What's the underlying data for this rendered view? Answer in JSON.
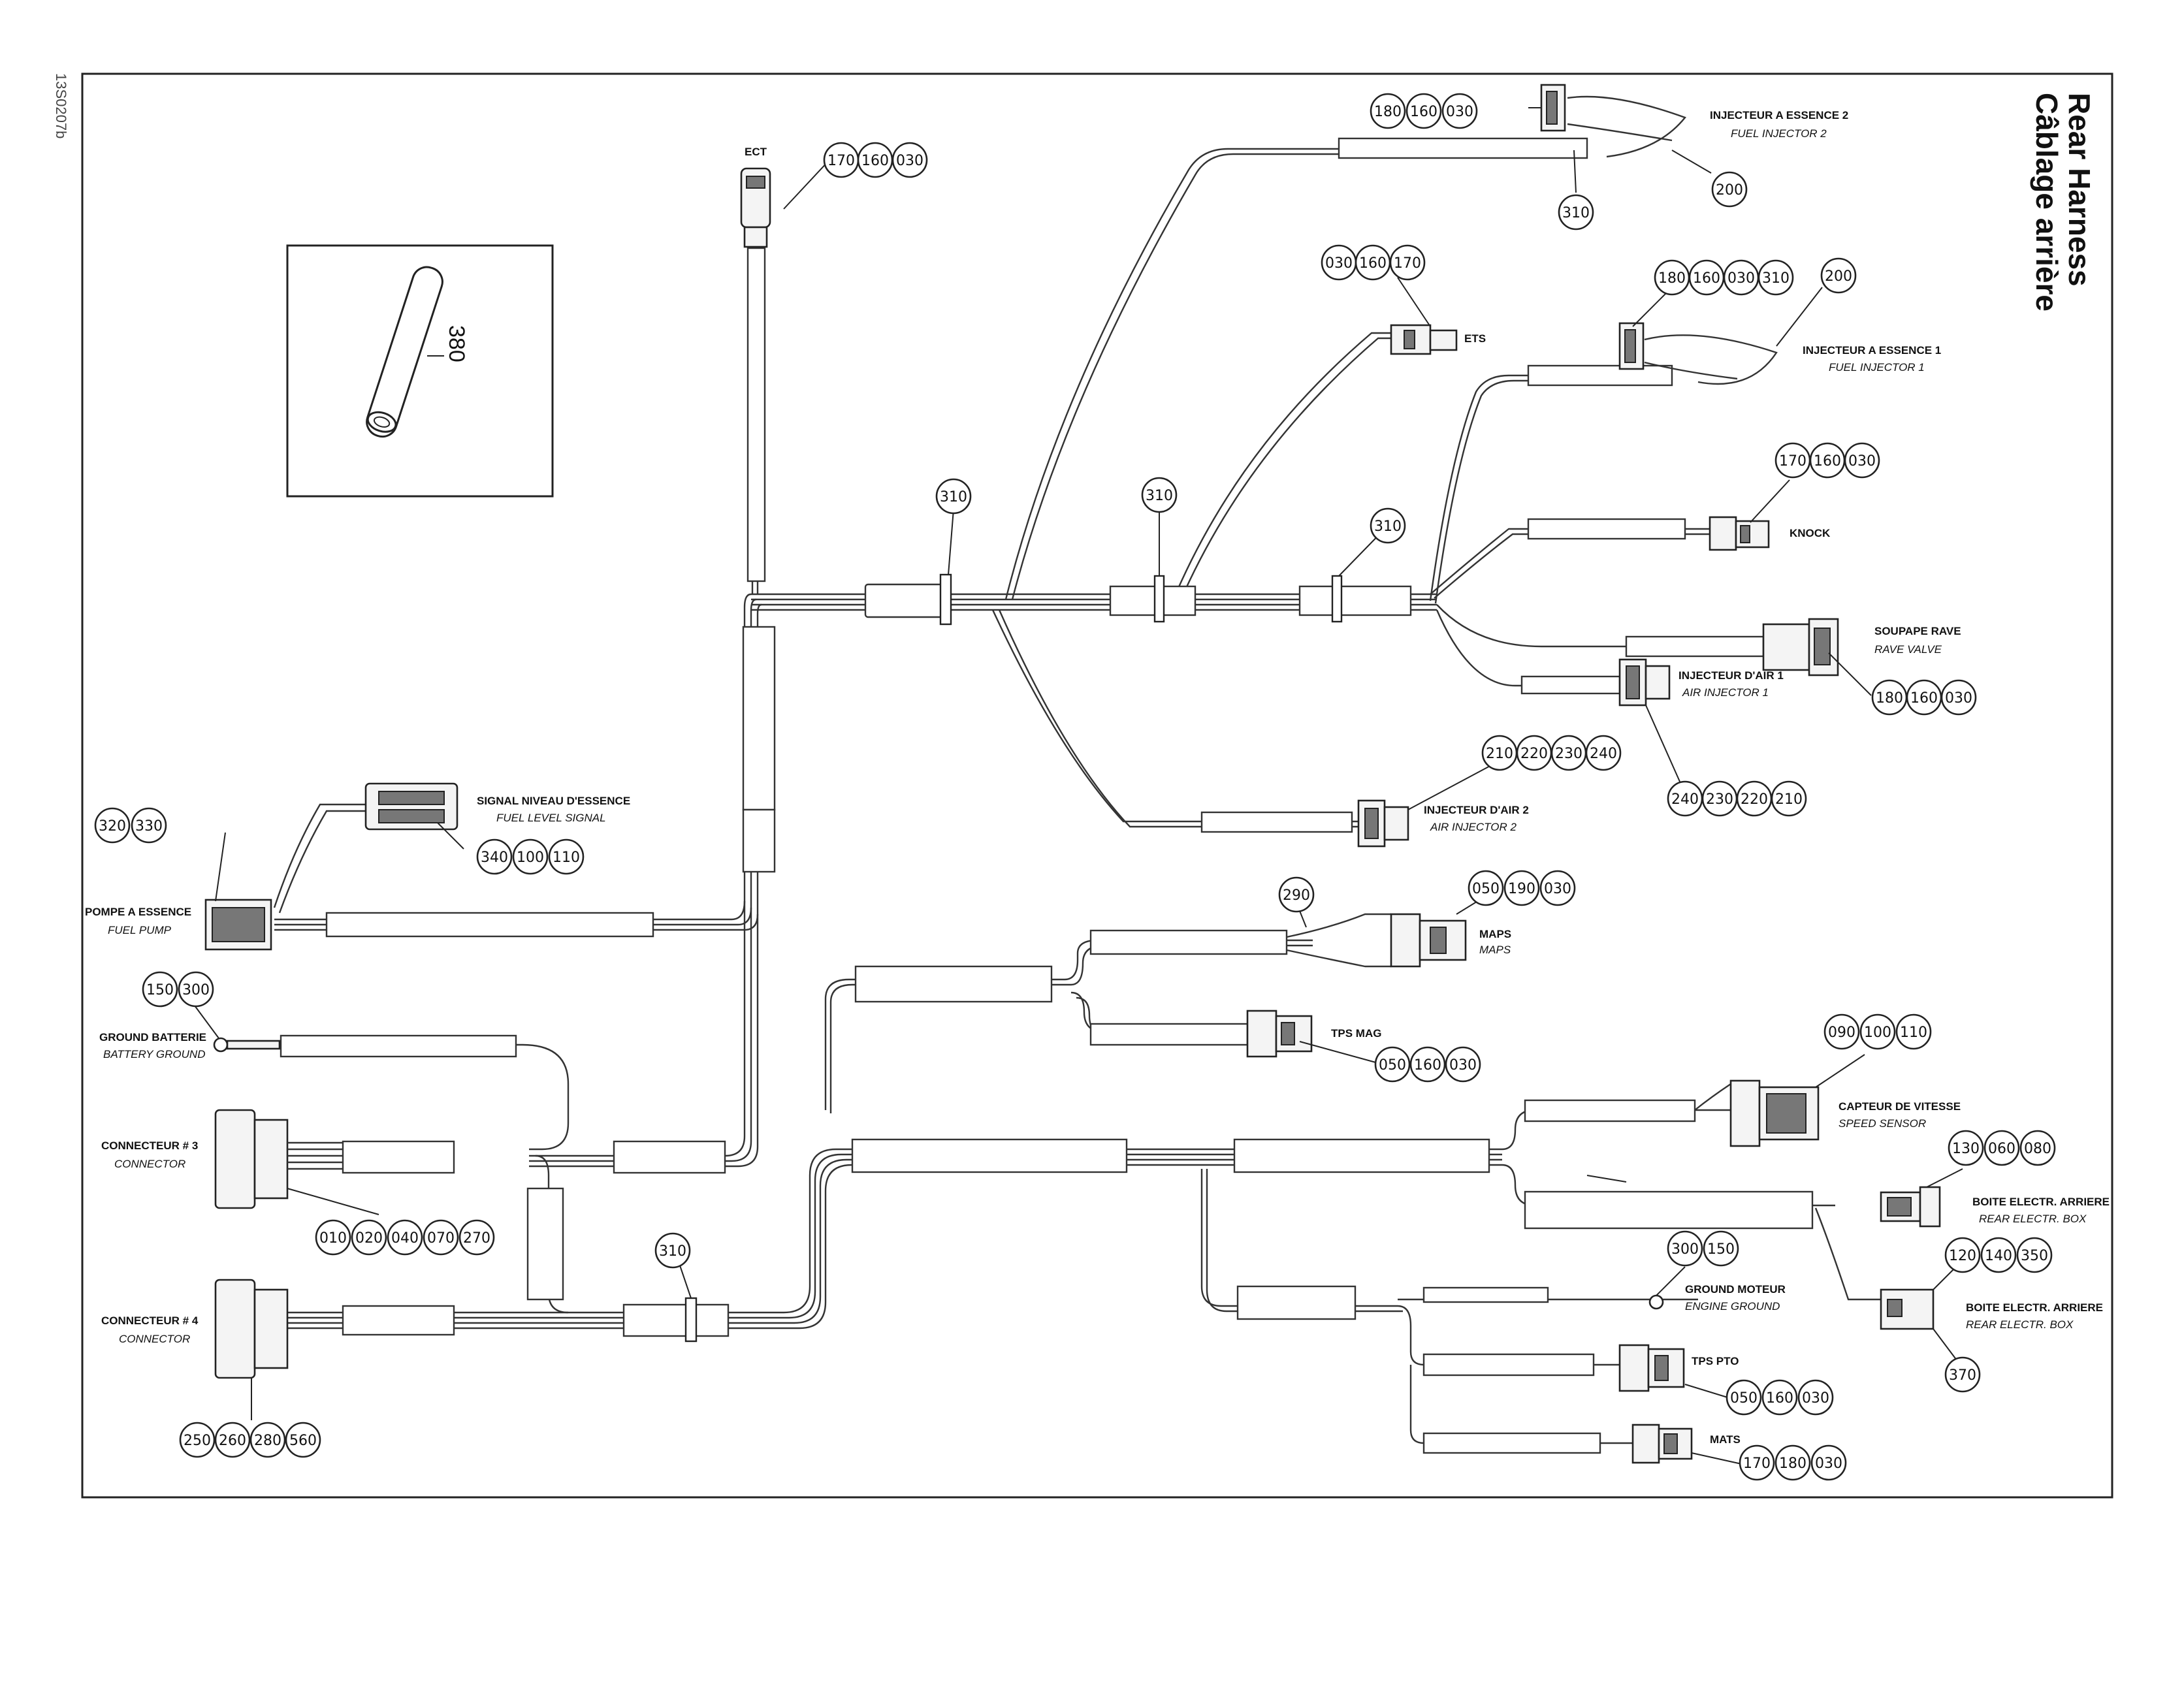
{
  "title": {
    "en": "Rear Harness",
    "fr": "Câblage arrière"
  },
  "doc_id": "13S0207b",
  "inset_part": "380",
  "labels": {
    "ect": "ECT",
    "ets": "ETS",
    "knock": "KNOCK",
    "inj2_fr": "INJECTEUR A ESSENCE 2",
    "inj2_en": "FUEL INJECTOR 2",
    "inj1_fr": "INJECTEUR A ESSENCE 1",
    "inj1_en": "FUEL INJECTOR 1",
    "rave_fr": "SOUPAPE RAVE",
    "rave_en": "RAVE VALVE",
    "air1_fr": "INJECTEUR D'AIR 1",
    "air1_en": "AIR INJECTOR 1",
    "air2_fr": "INJECTEUR D'AIR 2",
    "air2_en": "AIR INJECTOR 2",
    "fuel_level_fr": "SIGNAL NIVEAU D'ESSENCE",
    "fuel_level_en": "FUEL LEVEL SIGNAL",
    "fuel_pump_fr": "POMPE A ESSENCE",
    "fuel_pump_en": "FUEL PUMP",
    "bat_gnd_fr": "GROUND BATTERIE",
    "bat_gnd_en": "BATTERY GROUND",
    "conn3_fr": "CONNECTEUR # 3",
    "conn3_en": "CONNECTOR",
    "conn4_fr": "CONNECTEUR # 4",
    "conn4_en": "CONNECTOR",
    "maps1": "MAPS",
    "maps2": "MAPS",
    "tps_mag": "TPS MAG",
    "speed_fr": "CAPTEUR DE VITESSE",
    "speed_en": "SPEED SENSOR",
    "rear_box1_fr": "BOITE ELECTR. ARRIERE",
    "rear_box1_en": "REAR ELECTR. BOX",
    "rear_box2_fr": "BOITE ELECTR. ARRIERE",
    "rear_box2_en": "REAR ELECTR. BOX",
    "eng_gnd_fr": "GROUND MOTEUR",
    "eng_gnd_en": "ENGINE GROUND",
    "tps_pto": "TPS PTO",
    "mats": "MATS"
  },
  "bubbles": {
    "inj2": [
      "180",
      "160",
      "030"
    ],
    "inj2_clip": "310",
    "inj2_tail": "200",
    "ect": [
      "170",
      "160",
      "030"
    ],
    "ets": [
      "030",
      "160",
      "170"
    ],
    "inj1": [
      "180",
      "160",
      "030",
      "310"
    ],
    "inj1_tail": "200",
    "knock": [
      "170",
      "160",
      "030"
    ],
    "clip_a": "310",
    "clip_b": "310",
    "clip_c": "310",
    "rave": [
      "180",
      "160",
      "030"
    ],
    "air1": [
      "240",
      "230",
      "220",
      "210"
    ],
    "air2": [
      "210",
      "220",
      "230",
      "240"
    ],
    "fuel_pump": [
      "320",
      "330"
    ],
    "fuel_level": [
      "340",
      "100",
      "110"
    ],
    "maps_a": "290",
    "maps": [
      "050",
      "190",
      "030"
    ],
    "tps_mag": [
      "050",
      "160",
      "030"
    ],
    "bat_gnd": [
      "150",
      "300"
    ],
    "speed": [
      "090",
      "100",
      "110"
    ],
    "rear_box1": [
      "130",
      "060",
      "080"
    ],
    "conn3": [
      "010",
      "020",
      "040",
      "070",
      "270"
    ],
    "clip_d": "310",
    "eng_gnd": [
      "300",
      "150"
    ],
    "rear_box2": [
      "120",
      "140",
      "350"
    ],
    "rear_box2_b": "370",
    "tps_pto": [
      "050",
      "160",
      "030"
    ],
    "mats": [
      "170",
      "180",
      "030"
    ],
    "conn4": [
      "250",
      "260",
      "280",
      "560"
    ]
  }
}
